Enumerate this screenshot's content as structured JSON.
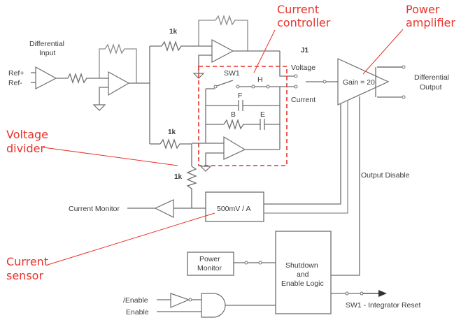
{
  "diagram": {
    "kind": "block-schematic",
    "colors": {
      "wire": "#6e6e6e",
      "annotation": "#e8332a",
      "text": "#3a3a3a"
    },
    "labels": {
      "differential_input_1": "Differential",
      "differential_input_2": "Input",
      "ref_plus": "Ref+",
      "ref_minus": "Ref-",
      "res_1k_top": "1k",
      "res_1k_mid": "1k",
      "res_1k_vert": "1k",
      "sw1": "SW1",
      "h": "H",
      "f": "F",
      "b": "B",
      "e": "E",
      "j1": "J1",
      "voltage": "Voltage",
      "current": "Current",
      "gain": "Gain = 20",
      "differential_output_1": "Differential",
      "differential_output_2": "Output",
      "output_disable": "Output Disable",
      "current_monitor": "Current Monitor",
      "current_sense": "500mV / A",
      "power_monitor_1": "Power",
      "power_monitor_2": "Monitor",
      "shutdown_1": "Shutdown",
      "shutdown_2": "and",
      "shutdown_3": "Enable Logic",
      "not_enable": "/Enable",
      "enable": "Enable",
      "integrator_reset": "SW1 - Integrator Reset"
    },
    "annotations": {
      "current_controller_1": "Current",
      "current_controller_2": "controller",
      "power_amplifier_1": "Power",
      "power_amplifier_2": "amplifier",
      "voltage_divider_1": "Voltage",
      "voltage_divider_2": "divider",
      "current_sensor_1": "Current",
      "current_sensor_2": "sensor"
    }
  }
}
